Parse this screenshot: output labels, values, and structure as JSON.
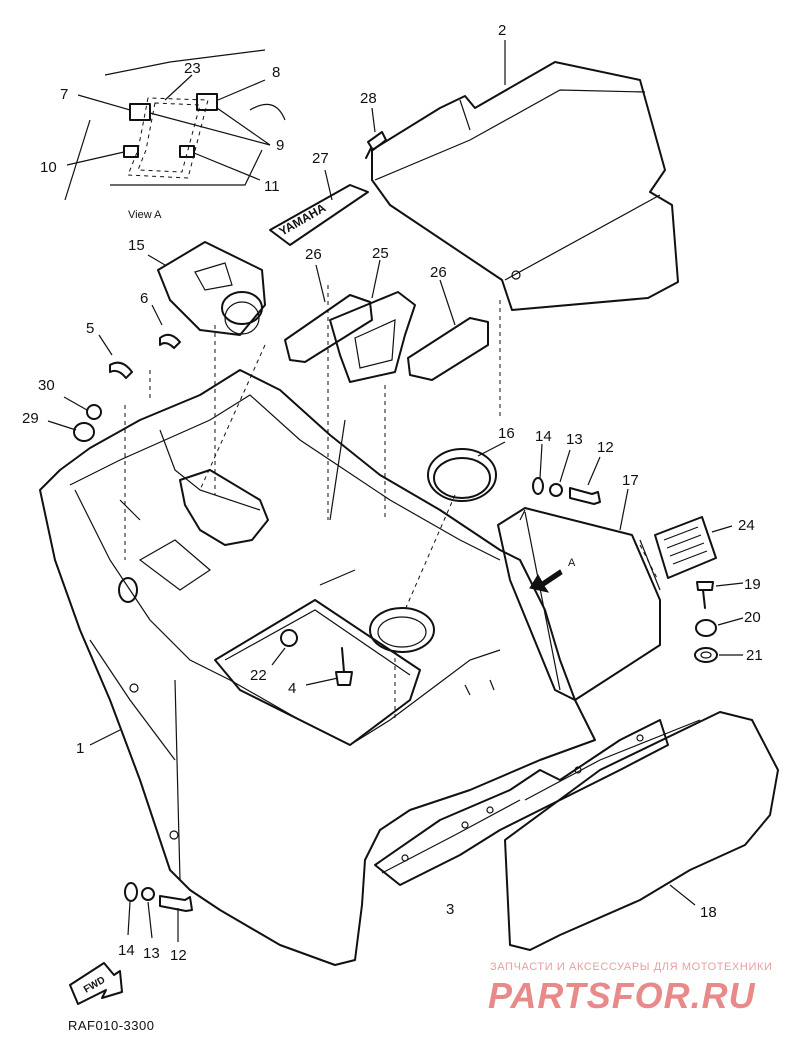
{
  "diagram": {
    "part_code": "RAF010-3300",
    "view_label": "View A",
    "arrow_label": "A",
    "fwd_label": "FWD",
    "brand_on_decal": "YAMAHA",
    "callouts": {
      "c1": "1",
      "c2": "2",
      "c3": "3",
      "c4": "4",
      "c5": "5",
      "c6": "6",
      "c7": "7",
      "c8": "8",
      "c9": "9",
      "c10": "10",
      "c11": "11",
      "c12a": "12",
      "c12b": "12",
      "c13a": "13",
      "c13b": "13",
      "c14a": "14",
      "c14b": "14",
      "c15": "15",
      "c16": "16",
      "c17": "17",
      "c18": "18",
      "c19": "19",
      "c20": "20",
      "c21": "21",
      "c22": "22",
      "c23": "23",
      "c24": "24",
      "c25": "25",
      "c26a": "26",
      "c26b": "26",
      "c27": "27",
      "c28": "28",
      "c29": "29",
      "c30": "30"
    }
  },
  "watermark": {
    "line1": "ЗАПЧАСТИ И АКСЕССУАРЫ ДЛЯ МОТОТЕХНИКИ",
    "line2": "PARTSFOR.RU"
  }
}
